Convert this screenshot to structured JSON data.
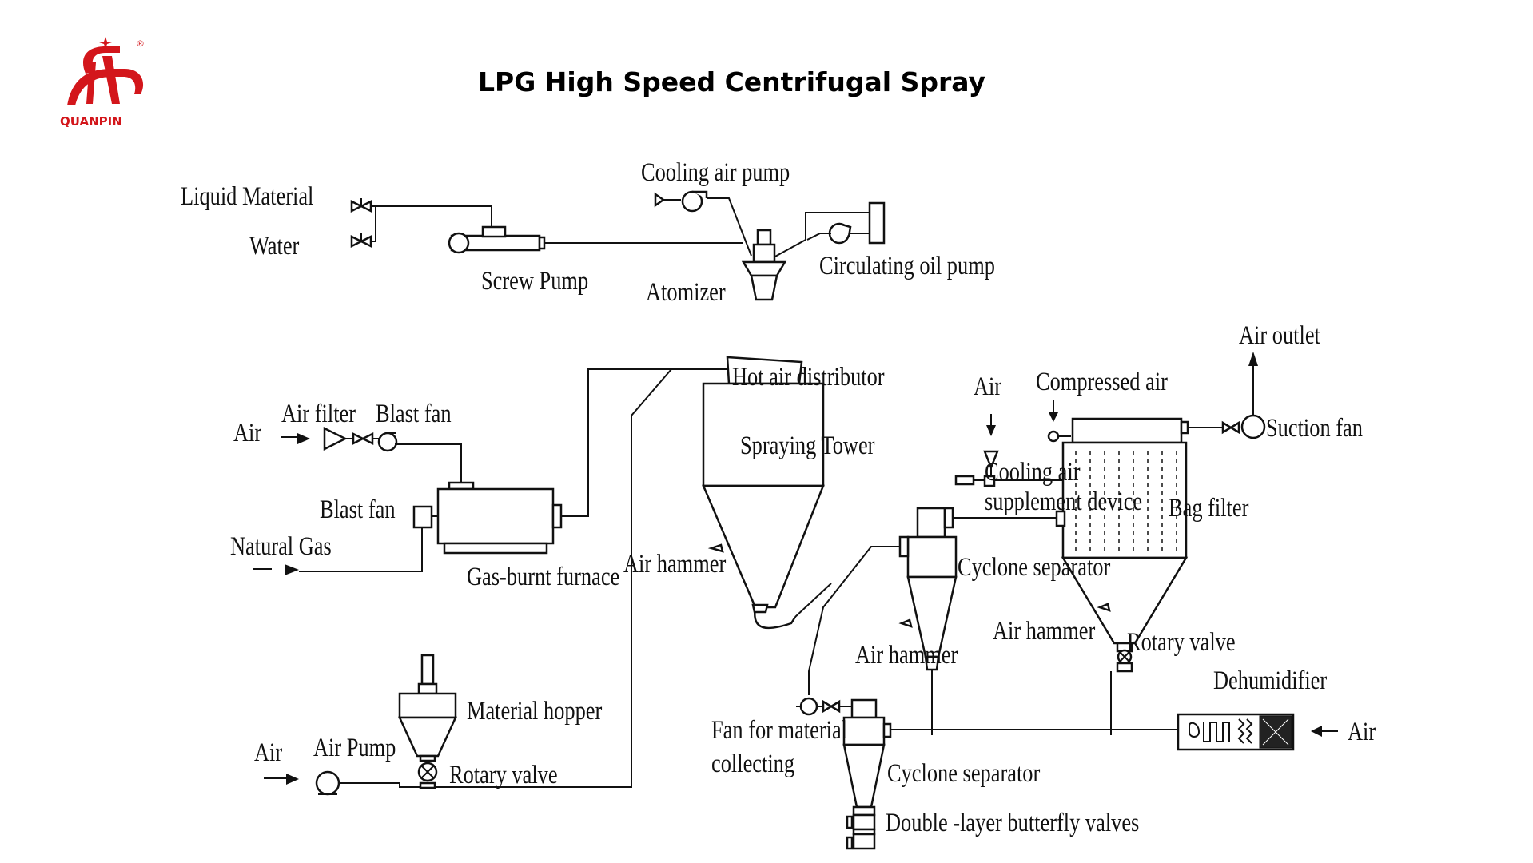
{
  "header": {
    "brand": "QUANPIN",
    "registered_mark": "®",
    "title": "LPG High Speed Centrifugal Spray"
  },
  "colors": {
    "brand_red": "#d3161b",
    "line": "#111111",
    "background": "#ffffff"
  },
  "labels": {
    "liquid_material": "Liquid Material",
    "water": "Water",
    "screw_pump": "Screw Pump",
    "cooling_air_pump": "Cooling air pump",
    "atomizer": "Atomizer",
    "circulating_oil_pump": "Circulating oil pump",
    "air_outlet": "Air outlet",
    "air_1": "Air",
    "air_filter": "Air filter",
    "blast_fan_1": "Blast fan",
    "hot_air_distributor": "Hot air distributor",
    "spraying_tower": "Spraying Tower",
    "air_2": "Air",
    "compressed_air": "Compressed air",
    "suction_fan": "Suction fan",
    "blast_fan_2": "Blast fan",
    "cooling_air_supplement_line1": "Cooling air",
    "cooling_air_supplement_line2": "supplement device",
    "bag_filter": "Bag filter",
    "natural_gas": "Natural Gas",
    "gas_burnt_furnace": "Gas-burnt furnace",
    "air_hammer_1": "Air hammer",
    "cyclone_separator_1": "Cyclone separator",
    "air_hammer_2": "Air hammer",
    "rotary_valve_1": "Rotary valve",
    "air_hammer_3": "Air hammer",
    "dehumidifier": "Dehumidifier",
    "material_hopper": "Material hopper",
    "fan_material_collecting_line1": "Fan for material",
    "fan_material_collecting_line2": "collecting",
    "air_3": "Air",
    "air_pump": "Air Pump",
    "rotary_valve_2": "Rotary valve",
    "cyclone_separator_2": "Cyclone separator",
    "double_layer_butterfly_valves": "Double -layer butterfly valves",
    "air_4": "Air"
  }
}
